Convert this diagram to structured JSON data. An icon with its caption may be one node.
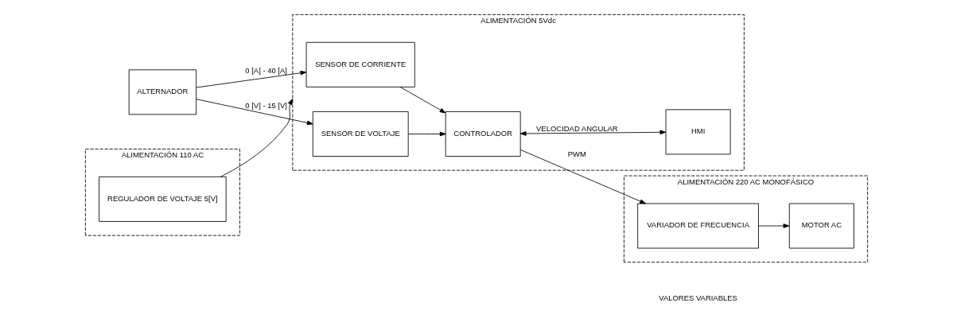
{
  "diagram": {
    "nodes": [
      {
        "text": [
          "ALTERNADOR"
        ]
      },
      {
        "text": [
          "ALIMENTACIÓN 5Vdc"
        ]
      },
      {
        "text": [
          "SENSOR DE CORRIENTE"
        ],
        "in": 1
      },
      {
        "text": [
          "SENSOR DE VOLTAJE"
        ],
        "in": 1
      },
      {
        "text": [
          "CONTROLADOR"
        ],
        "in": 1
      },
      {
        "text": [
          "HMI"
        ],
        "in": 1
      },
      {
        "text": [
          "ALIMENTACIÓN 220 AC MONOFÁSICO"
        ]
      },
      {
        "text": [
          "VARIADOR DE FRECUENCIA"
        ],
        "in": 6
      },
      {
        "text": [
          "MOTOR AC"
        ],
        "in": 6
      },
      {
        "text": [
          "ALIMENTACIÓN 110 AC"
        ]
      },
      {
        "text": [
          "REGULADOR DE VOLTAJE 5[V]"
        ],
        "in": 9
      }
    ],
    "edges": [
      {
        "from": 0,
        "to": 2,
        "arrow": "to",
        "label": "0 [A] - 40 [A]"
      },
      {
        "from": 0,
        "to": 3,
        "arrow": "to",
        "label": "0 [V] - 15 [V]"
      },
      {
        "from": 2,
        "to": 4,
        "arrow": "to"
      },
      {
        "from": 3,
        "to": 4,
        "arrow": "to"
      },
      {
        "from": 4,
        "to": 7,
        "arrow": "to",
        "label": "PWM"
      },
      {
        "from": 7,
        "to": 8,
        "arrow": "to"
      },
      {
        "from": 4,
        "to": 5,
        "arrow": "both",
        "label": "VELOCIDAD ANGULAR"
      },
      {
        "from": 10,
        "to": 1,
        "arrow": "to"
      }
    ],
    "labels": [
      "VALORES VARIABLES"
    ]
  }
}
